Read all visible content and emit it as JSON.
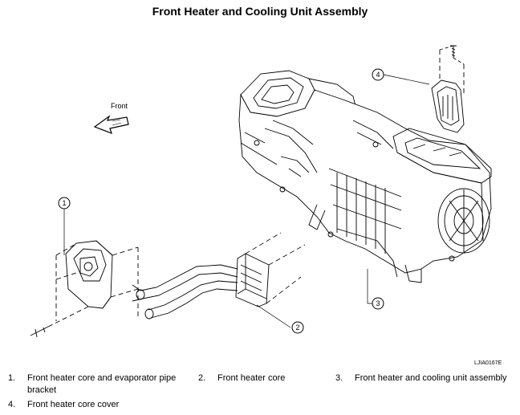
{
  "title": "Front Heater and Cooling Unit Assembly",
  "front_label": "Front",
  "figure_id": "LJIA0167E",
  "callouts": [
    "1",
    "2",
    "3",
    "4"
  ],
  "legend": [
    {
      "number": "1.",
      "text": "Front heater core and evaporator pipe bracket"
    },
    {
      "number": "2.",
      "text": "Front heater core"
    },
    {
      "number": "3.",
      "text": "Front heater and cooling unit assembly"
    },
    {
      "number": "4.",
      "text": "Front heater core cover"
    }
  ]
}
